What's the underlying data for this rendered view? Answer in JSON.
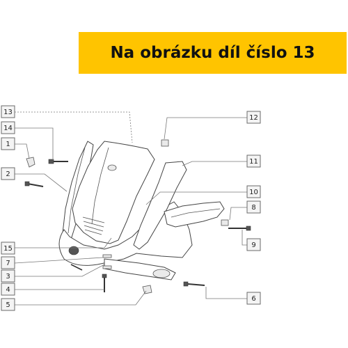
{
  "banner": {
    "text": "Na obrázku díl číslo 13"
  },
  "callouts": {
    "c1": "1",
    "c2": "2",
    "c3": "3",
    "c4": "4",
    "c5": "5",
    "c6": "6",
    "c7": "7",
    "c8": "8",
    "c9": "9",
    "c10": "10",
    "c11": "11",
    "c12": "12",
    "c13": "13",
    "c14": "14",
    "c15": "15"
  },
  "colors": {
    "banner": "#ffc400",
    "text": "#111111"
  }
}
